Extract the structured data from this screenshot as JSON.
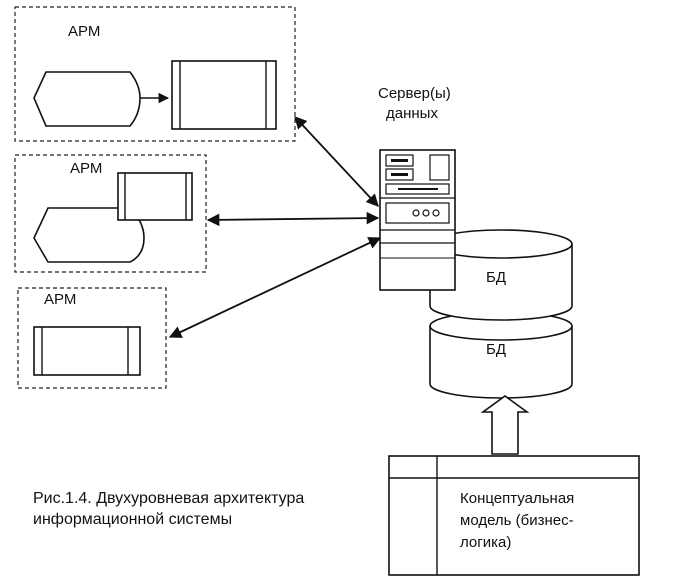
{
  "workstations": [
    {
      "label": "АРМ"
    },
    {
      "label": "АРМ"
    },
    {
      "label": "АРМ"
    }
  ],
  "server": {
    "label_line1": "Сервер(ы)",
    "label_line2": "данных"
  },
  "databases": [
    {
      "label": "БД"
    },
    {
      "label": "БД"
    }
  ],
  "model": {
    "line1": "Концептуальная",
    "line2": "модель (бизнес-",
    "line3": "логика)"
  },
  "caption": {
    "line1": "Рис.1.4. Двухуровневая архитектура",
    "line2": "информационной системы"
  }
}
